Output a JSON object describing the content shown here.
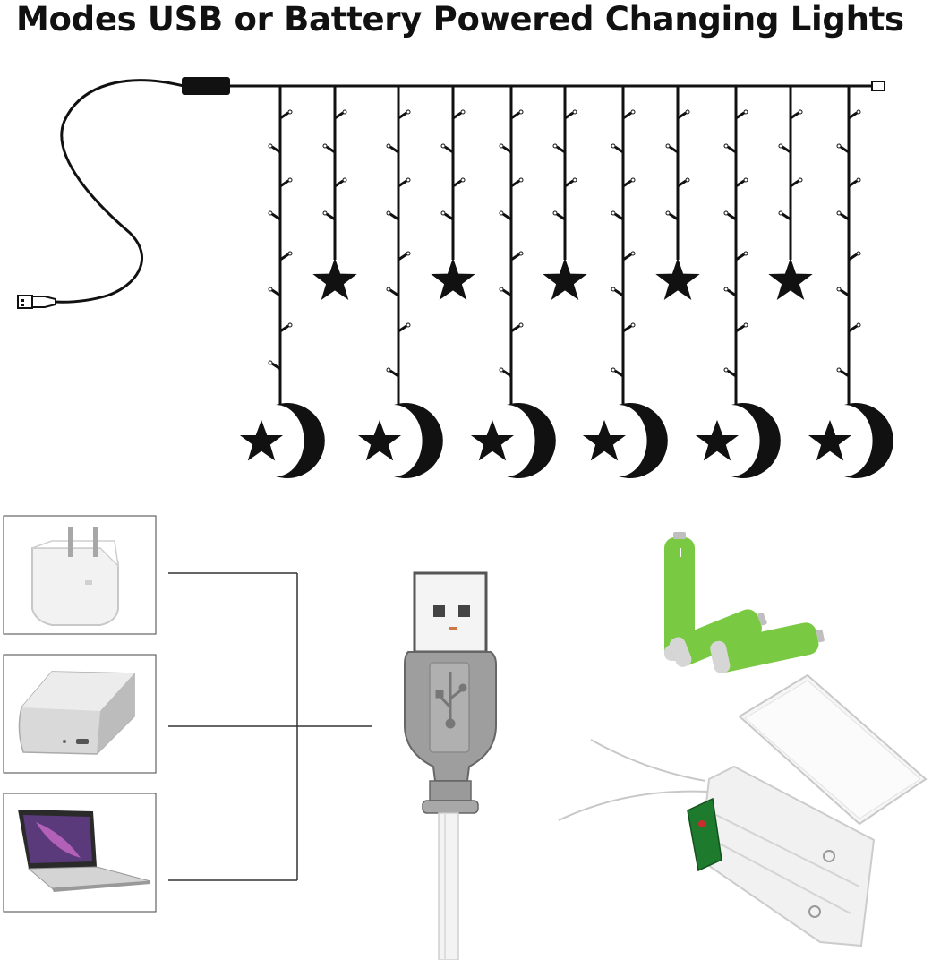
{
  "header": {
    "title": "Modes USB or Battery Powered Changing Lights"
  },
  "illustration": {
    "curtain_light": {
      "strand_count": 11,
      "star_pendants": 5,
      "star_moon_pendants": 6
    },
    "power_sources": [
      {
        "name": "wall-adapter",
        "icon": "wall-plug-adapter-icon"
      },
      {
        "name": "power-bank",
        "icon": "power-bank-icon"
      },
      {
        "name": "laptop",
        "icon": "laptop-icon"
      }
    ],
    "usb_connector": {
      "icon": "usb-symbol-icon"
    },
    "batteries": {
      "count": 3,
      "color": "#7ac943"
    },
    "battery_box": {
      "slots": 3
    }
  }
}
